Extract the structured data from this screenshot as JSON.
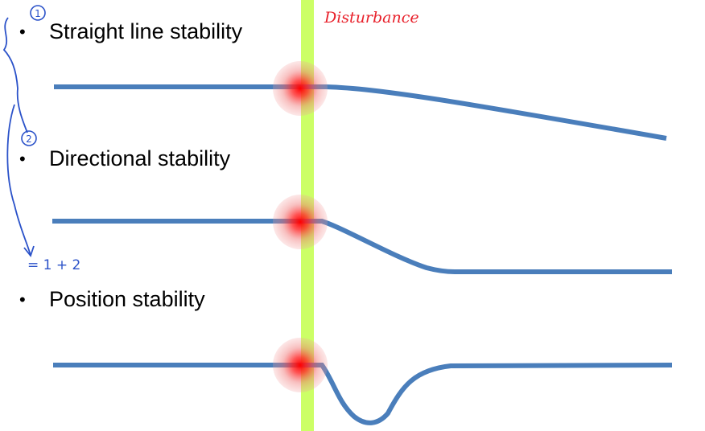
{
  "bullets": [
    {
      "label": "Straight line stability"
    },
    {
      "label": "Directional stability"
    },
    {
      "label": "Position stability"
    }
  ],
  "annotations": {
    "disturbance_label": "Disturbance",
    "mark_1": "1",
    "mark_2": "2",
    "equation": "= 1 + 2"
  },
  "colors": {
    "path": "#4A7EBB",
    "disturbance_bar": "#CCFF66",
    "disturbance_glow": "#FF0000",
    "handwriting_red": "#E8202A",
    "handwriting_blue": "#2B52C9"
  }
}
